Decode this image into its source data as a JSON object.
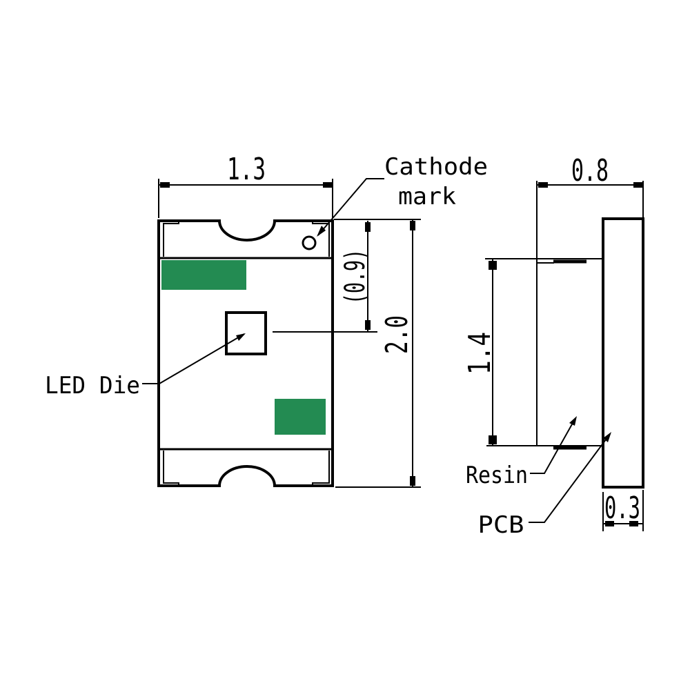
{
  "drawing": {
    "background": "#ffffff",
    "line_color": "#000000",
    "pad_color": "#238b52"
  },
  "top_view": {
    "width_dim": "1.3",
    "height_dim": "2.0",
    "cathode_offset_dim": "(0.9)",
    "cathode_label_line1": "Cathode",
    "cathode_label_line2": "mark",
    "led_die_label": "LED Die"
  },
  "side_view": {
    "width_dim": "0.8",
    "resin_height_dim": "1.4",
    "pcb_thickness_dim": "0.3",
    "resin_label": "Resin",
    "pcb_label": "PCB"
  }
}
